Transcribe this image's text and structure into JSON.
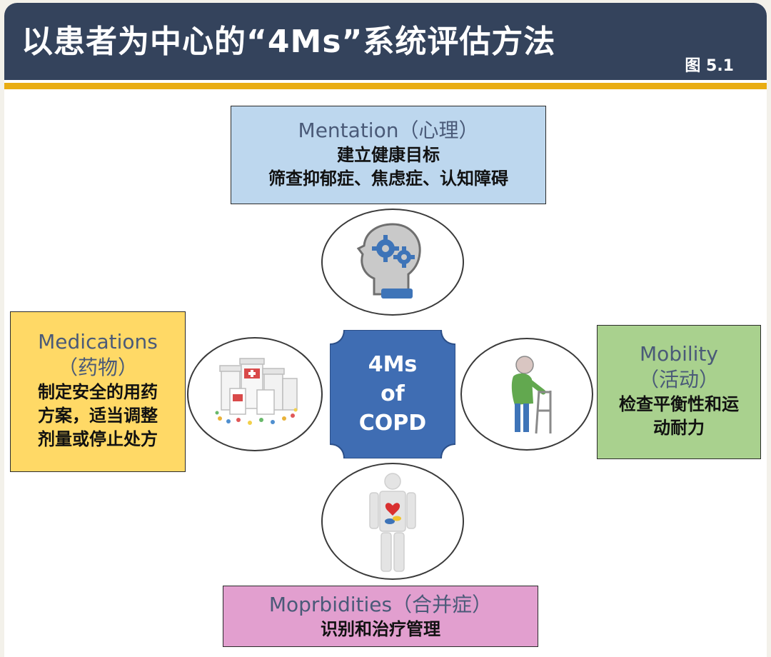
{
  "header": {
    "title": "以患者为中心的“4Ms”系统评估方法",
    "figure_label": "图 5.1"
  },
  "center": {
    "line1": "4Ms",
    "line2": "of",
    "line3": "COPD"
  },
  "mentation": {
    "title": "Mentation（心理）",
    "line1": "建立健康目标",
    "line2": "筛查抑郁症、焦虑症、认知障碍"
  },
  "medications": {
    "title": "Medications",
    "subtitle": "（药物）",
    "line1": "制定安全的用药",
    "line2": "方案，适当调整",
    "line3": "剂量或停止处方"
  },
  "mobility": {
    "title": "Mobility",
    "subtitle": "（活动）",
    "line1": "检查平衡性和运",
    "line2": "动耐力"
  },
  "morbidities": {
    "title": "Moprbidities（合并症）",
    "line1": "识别和治疗管理"
  },
  "icons": {
    "top": "head-gears-icon",
    "left": "medicine-bottles-icon",
    "right": "elderly-walker-icon",
    "bottom": "body-organs-icon"
  },
  "colors": {
    "header": "#34435c",
    "gold": "#e9ad12",
    "mentation": "#bdd7ee",
    "medications": "#ffd966",
    "mobility": "#a9d18e",
    "morbidities": "#e29fcf",
    "center": "#3f6db3"
  }
}
